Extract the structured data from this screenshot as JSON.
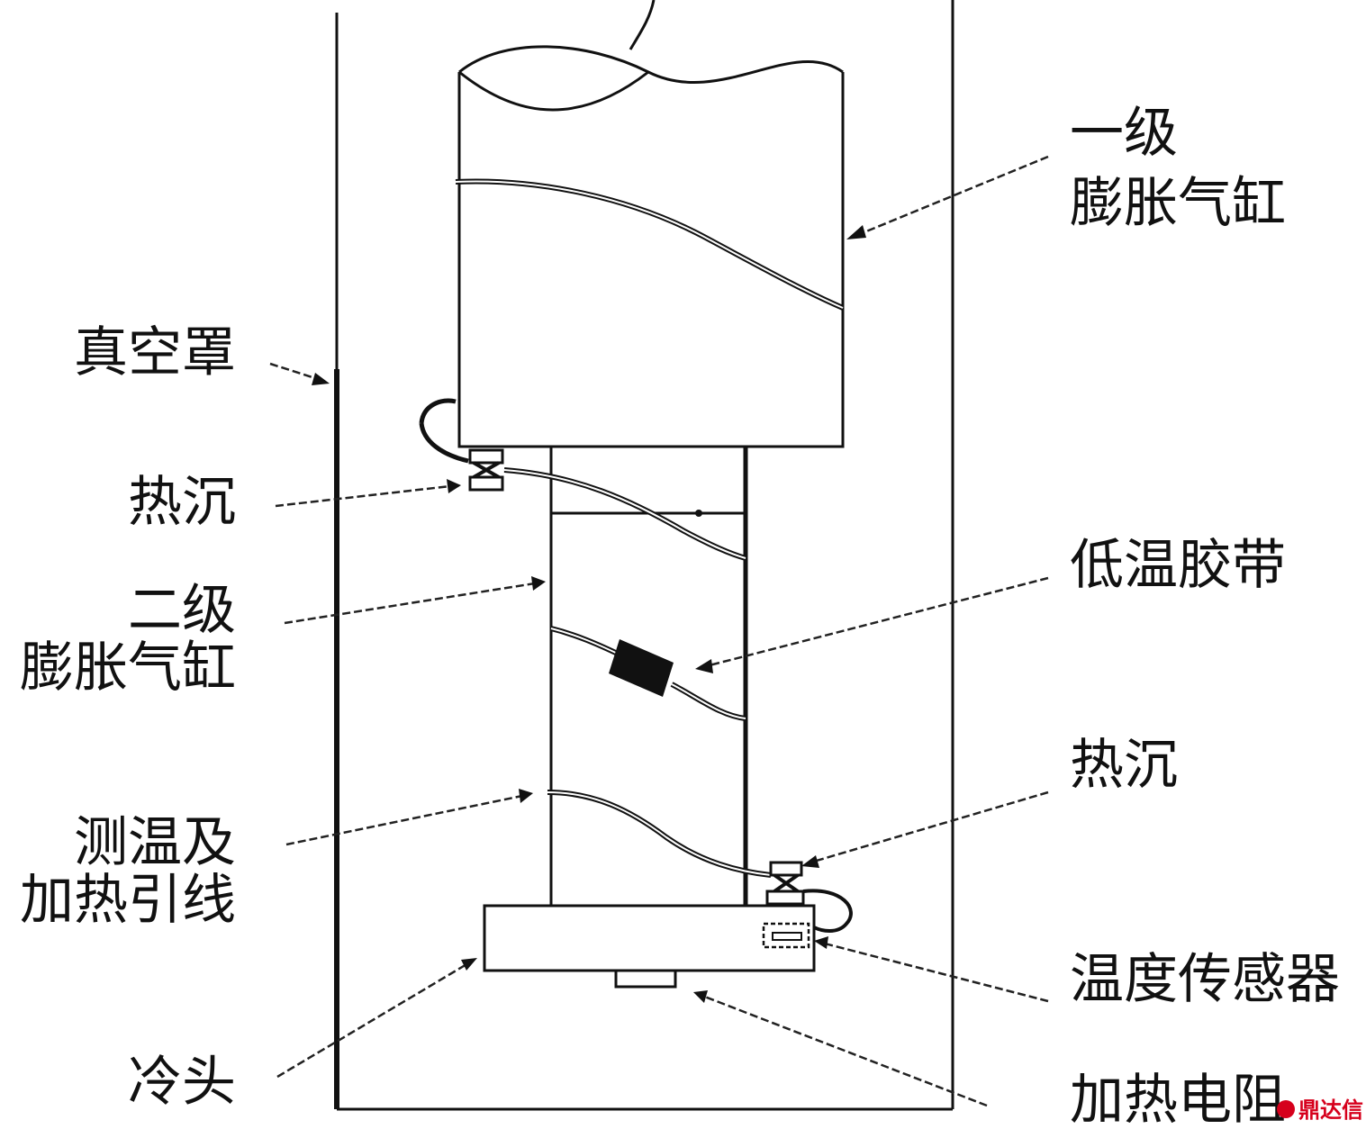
{
  "labels": {
    "first_stage_line1": "一级",
    "first_stage_line2": "膨胀气缸",
    "vacuum_cover": "真空罩",
    "heat_sink_top": "热沉",
    "second_stage_line1": "二级",
    "second_stage_line2": "膨胀气缸",
    "temp_wiring_line1": "测温及",
    "temp_wiring_line2": "加热引线",
    "cold_head": "冷头",
    "low_temp_tape": "低温胶带",
    "heat_sink_bottom": "热沉",
    "temp_sensor": "温度传感器",
    "heating_resistor": "加热电阻"
  },
  "watermark": {
    "text": "鼎达信",
    "color": "#d6001c"
  }
}
